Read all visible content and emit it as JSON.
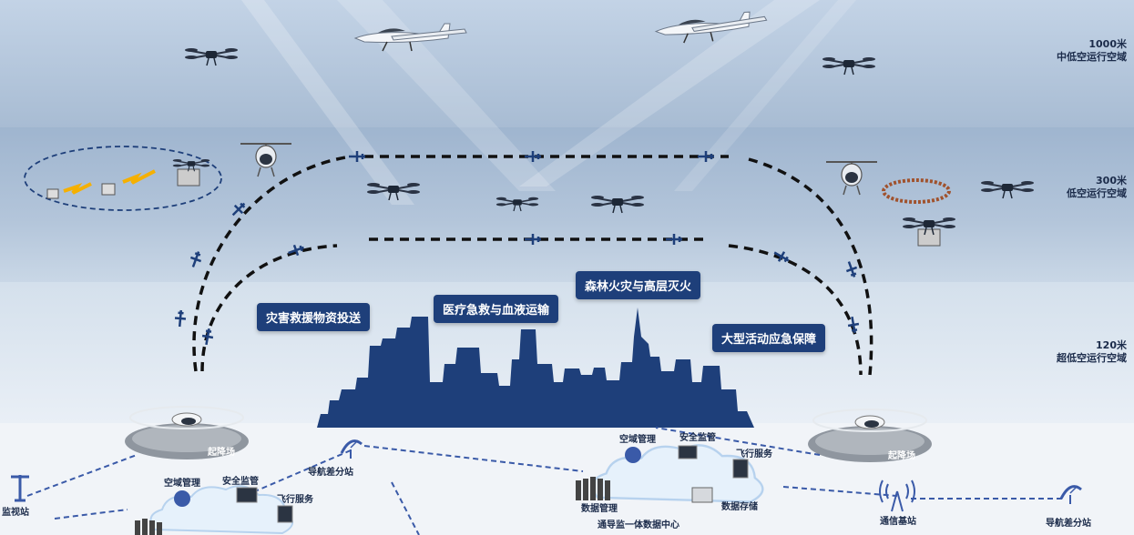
{
  "altitudes": {
    "a1000": {
      "value": "1000米",
      "name": "中低空运行空域"
    },
    "a300": {
      "value": "300米",
      "name": "低空运行空域"
    },
    "a120": {
      "value": "120米",
      "name": "超低空运行空域"
    }
  },
  "missions": {
    "disaster": "灾害救援物资投送",
    "medical": "医疗急救与血液运输",
    "forest": "森林火灾与高层灭火",
    "event": "大型活动应急保障"
  },
  "ground": {
    "pad_left": "起降场",
    "pad_right": "起降场",
    "surveillance": "监视站",
    "nav_station": "导航差分站",
    "nav_station_right": "导航差分站",
    "comm_station": "通信基站",
    "center": "通导监一体数据中心",
    "airspace_mgmt": "空域管理",
    "safety": "安全监管",
    "flight_service": "飞行服务",
    "data_mgmt": "数据管理",
    "data_storage": "数据存储",
    "airspace_mgmt_left": "空域管理",
    "safety_left": "安全监管",
    "flight_service_left": "飞行服务"
  },
  "colors": {
    "navy": "#1e3f7a",
    "cloud": "#e6f1fb",
    "drone": "#2a3344",
    "link": "#3a5aa8"
  }
}
